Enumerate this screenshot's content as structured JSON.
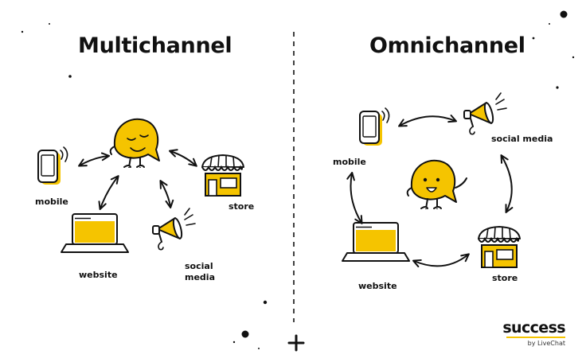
{
  "colors": {
    "accent": "#f5c400",
    "ink": "#111111",
    "background": "#ffffff"
  },
  "left": {
    "title": "Multichannel",
    "labels": {
      "mobile": "mobile",
      "website": "website",
      "store": "store",
      "social": "social media"
    }
  },
  "right": {
    "title": "Omnichannel",
    "labels": {
      "mobile": "mobile",
      "website": "website",
      "store": "store",
      "social": "social media"
    }
  },
  "brand": {
    "name": "success",
    "byline": "by LiveChat"
  },
  "icons": [
    "speech-bubble-mascot-icon",
    "mobile-phone-icon",
    "laptop-icon",
    "storefront-icon",
    "megaphone-icon",
    "double-arrow-icon"
  ]
}
